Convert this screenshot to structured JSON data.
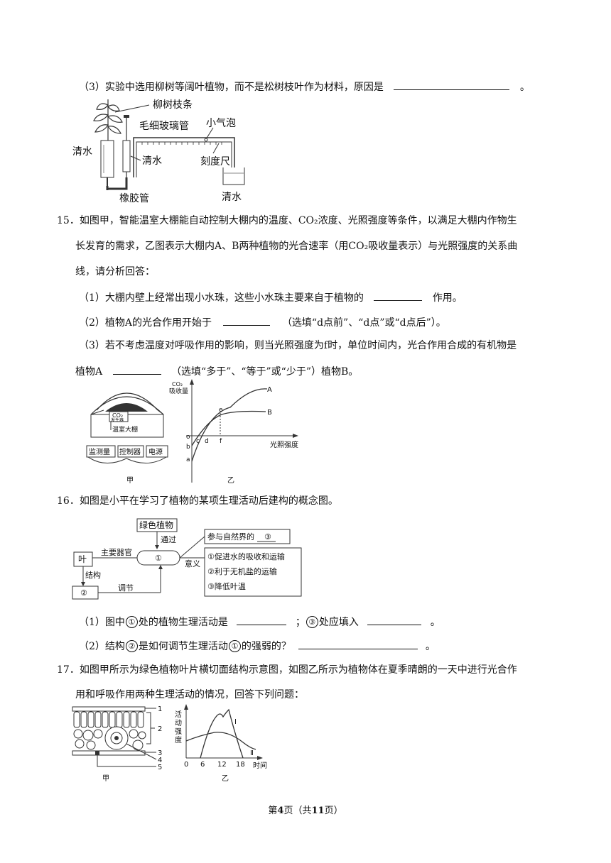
{
  "q14_3": {
    "pre": "（3）实验中选用柳树等阔叶植物，而不是松树枝叶作为材料，原因是",
    "post": "。"
  },
  "fig14": {
    "label_branch": "柳树枝条",
    "label_capillary": "毛细玻璃管",
    "label_bubble": "小气泡",
    "label_water_left": "清水",
    "label_water_mid": "清水",
    "label_ruler": "刻度尺",
    "label_rubber": "橡胶管",
    "label_water_right": "清水"
  },
  "q15": {
    "line1": "15．如图甲，智能温室大棚能自动控制大棚内的温度、CO₂浓度、光照强度等条件，以满足大棚内作物生",
    "line2": "长发育的需求，乙图表示大棚内A、B两种植物的光合速率（用CO₂吸收量表示）与光照强度的关系曲",
    "line3": "线，请分析回答：",
    "sub1_pre": "（1）大棚内壁上经常出现小水珠，这些小水珠主要来自于植物的",
    "sub1_post": "作用。",
    "sub2_pre": "（2）植物A的光合作用开始于",
    "sub2_post": "（选填“d点前”、“d点”或“d点后”）。",
    "sub3_line1": "（3）若不考虑温度对呼吸作用的影响，则当光照强度为f时，单位时间内，光合作用合成的有机物是",
    "sub3_pre": "植物A",
    "sub3_post": "（选填“多于”、“等于”或“少于”）植物B。"
  },
  "fig15_jia": {
    "co2_label": "CO₂",
    "generator": "发生器",
    "greenhouse": "温室大棚",
    "box1": "监测量",
    "box2": "控制器",
    "box3": "电源",
    "caption": "甲"
  },
  "fig15_yi": {
    "ylabel_line1": "CO₂",
    "ylabel_line2": "吸收量",
    "xlabel": "光照强度",
    "caption": "乙",
    "point_o": "o",
    "point_a": "a",
    "point_b": "b",
    "point_c": "c",
    "point_d": "d",
    "point_e": "e",
    "point_f": "f",
    "curve_a": "A",
    "curve_b": "B"
  },
  "q16": {
    "line1": "16．如图是小平在学习了植物的某项生理活动后建构的概念图。",
    "sub1_pre": "（1）图中",
    "sub1_c1": "①",
    "sub1_mid1": "处的植物生理活动是",
    "sub1_mid2": "；",
    "sub1_c3": "③",
    "sub1_mid3": "处应填入",
    "sub1_post": "。",
    "sub2_pre": "（2）结构",
    "sub2_c2": "②",
    "sub2_mid": "是如何调节生理活动",
    "sub2_c1": "①",
    "sub2_post": "的强弱的？",
    "sub2_end": "。"
  },
  "fig16": {
    "green_plant": "绿色植物",
    "through": "通过",
    "main_organ": "主要器官",
    "leaf": "叶",
    "structure": "结构",
    "circle2": "②",
    "regulate": "调节",
    "circle1": "①",
    "meaning": "意义",
    "nature_pre": "参与自然界的",
    "nature_circle": "③",
    "item1": "①促进水的吸收和运输",
    "item2": "②利于无机盐的运输",
    "item3": "③降低叶温"
  },
  "q17": {
    "line1": "17．如图甲所示为绿色植物叶片横切面结构示意图，如图乙所示为植物体在夏季晴朗的一天中进行光合作",
    "line2": "用和呼吸作用两种生理活动的情况，回答下列问题："
  },
  "fig17": {
    "n1": "1",
    "n2": "2",
    "n3": "3",
    "n4": "4",
    "n5": "5",
    "caption_jia": "甲",
    "ylabel": "活动强度",
    "ylabel_c1": "活",
    "ylabel_c2": "动",
    "ylabel_c3": "强",
    "ylabel_c4": "度",
    "curve1": "Ⅰ",
    "curve2": "Ⅱ",
    "ticks": [
      "0",
      "6",
      "12",
      "18"
    ],
    "xlabel": "时间",
    "caption_yi": "乙"
  },
  "chart_data": {
    "type": "line",
    "title": "",
    "xlabel": "光照强度",
    "ylabel": "CO₂吸收量",
    "series": [
      {
        "name": "A"
      },
      {
        "name": "B"
      }
    ],
    "annotations": [
      "o",
      "a",
      "b",
      "c",
      "d",
      "e",
      "f"
    ]
  },
  "footer": {
    "pre": "第",
    "page": "4",
    "mid": "页（共",
    "total": "11",
    "post": "页）"
  }
}
